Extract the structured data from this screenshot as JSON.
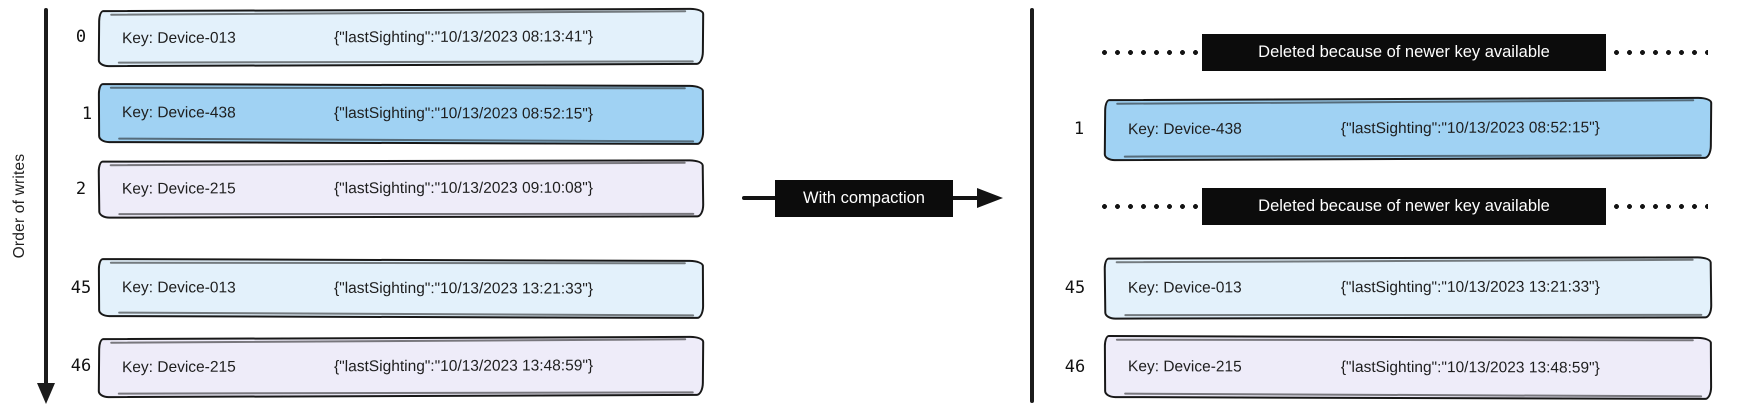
{
  "colors": {
    "background": "#ffffff",
    "record_border": "#181818",
    "fill_lightblue": "#e3f1fb",
    "fill_blue": "#a0d2f3",
    "fill_lavender": "#eeecf9",
    "label_box": "#0c0c0c",
    "label_text": "#ffffff"
  },
  "left": {
    "axis_label": "Order of writes",
    "rows": [
      {
        "index": "0",
        "key": "Key: Device-013",
        "value": "{\"lastSighting\":\"10/13/2023 08:13:41\"}"
      },
      {
        "index": "1",
        "key": "Key: Device-438",
        "value": "{\"lastSighting\":\"10/13/2023 08:52:15\"}"
      },
      {
        "index": "2",
        "key": "Key: Device-215",
        "value": "{\"lastSighting\":\"10/13/2023 09:10:08\"}"
      },
      {
        "index": "45",
        "key": "Key: Device-013",
        "value": "{\"lastSighting\":\"10/13/2023 13:21:33\"}"
      },
      {
        "index": "46",
        "key": "Key: Device-215",
        "value": "{\"lastSighting\":\"10/13/2023 13:48:59\"}"
      }
    ]
  },
  "middle": {
    "arrow_label": "With compaction"
  },
  "right": {
    "items": [
      {
        "type": "deleted",
        "label": "Deleted because of newer key available"
      },
      {
        "type": "row",
        "index": "1",
        "key": "Key: Device-438",
        "value": "{\"lastSighting\":\"10/13/2023 08:52:15\"}"
      },
      {
        "type": "deleted",
        "label": "Deleted because of newer key available"
      },
      {
        "type": "row",
        "index": "45",
        "key": "Key: Device-013",
        "value": "{\"lastSighting\":\"10/13/2023 13:21:33\"}"
      },
      {
        "type": "row",
        "index": "46",
        "key": "Key: Device-215",
        "value": "{\"lastSighting\":\"10/13/2023 13:48:59\"}"
      }
    ]
  }
}
